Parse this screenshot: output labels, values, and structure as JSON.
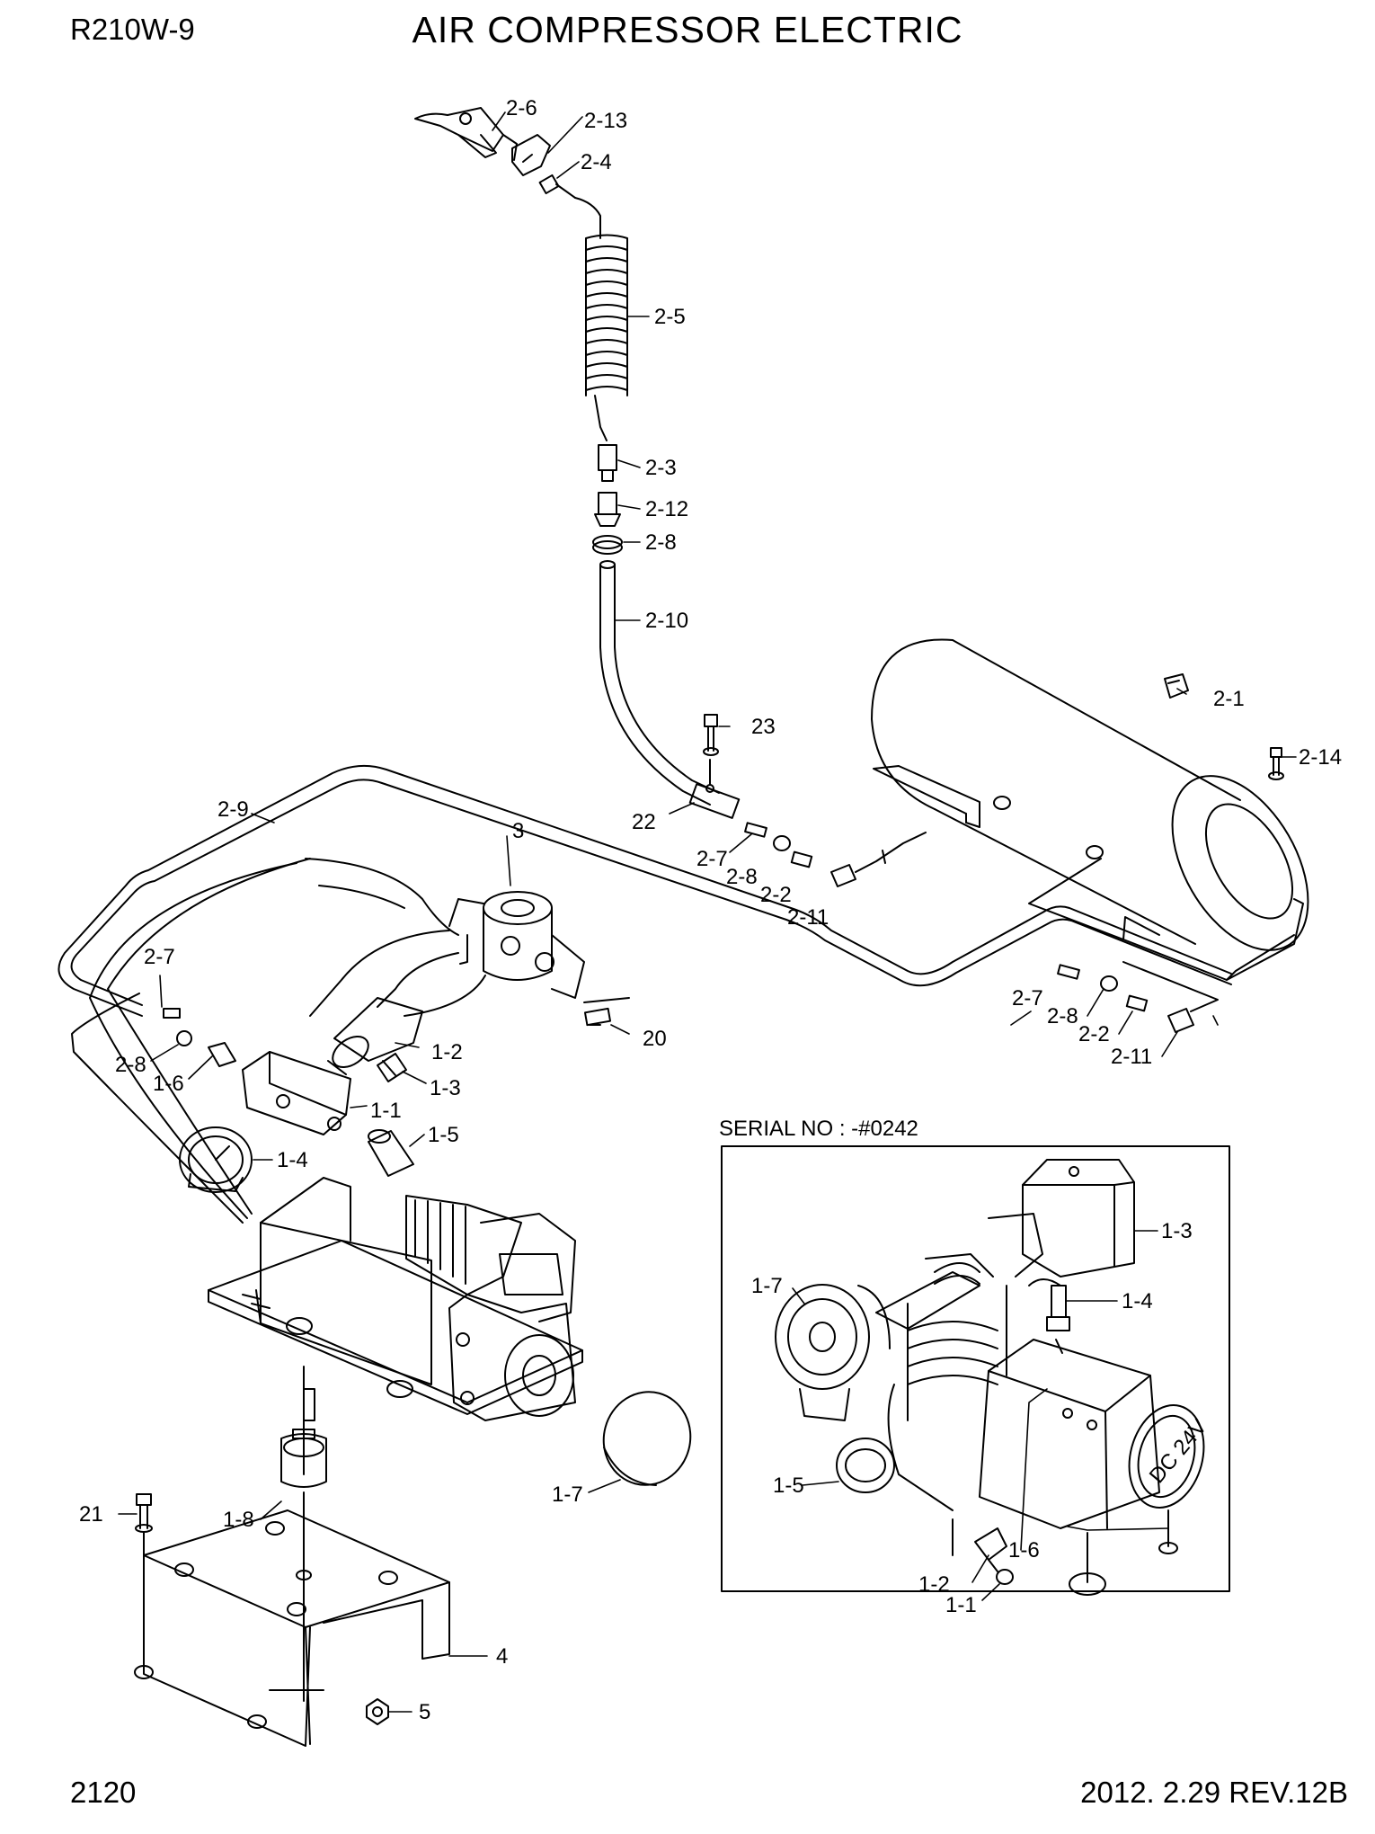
{
  "header": {
    "model": "R210W-9",
    "title": "AIR COMPRESSOR ELECTRIC"
  },
  "footer": {
    "page_number": "2120",
    "revision": "2012. 2.29  REV.12B"
  },
  "inset": {
    "serial_label": "SERIAL NO : -#0242",
    "voltage_label": "DC 24V",
    "callouts": [
      "1-3",
      "1-4",
      "1-7",
      "1-5",
      "1-6",
      "1-2",
      "1-1"
    ]
  },
  "callouts": [
    "2-6",
    "2-13",
    "2-4",
    "2-5",
    "2-3",
    "2-12",
    "2-8",
    "2-10",
    "2-1",
    "2-14",
    "23",
    "22",
    "2-7",
    "2-8",
    "2-2",
    "2-11",
    "2-9",
    "3",
    "2-7",
    "2-8",
    "1-6",
    "1-2",
    "1-3",
    "1-1",
    "1-5",
    "1-4",
    "20",
    "2-7",
    "2-8",
    "2-2",
    "2-11",
    "1-8",
    "1-7",
    "21",
    "4",
    "5"
  ]
}
